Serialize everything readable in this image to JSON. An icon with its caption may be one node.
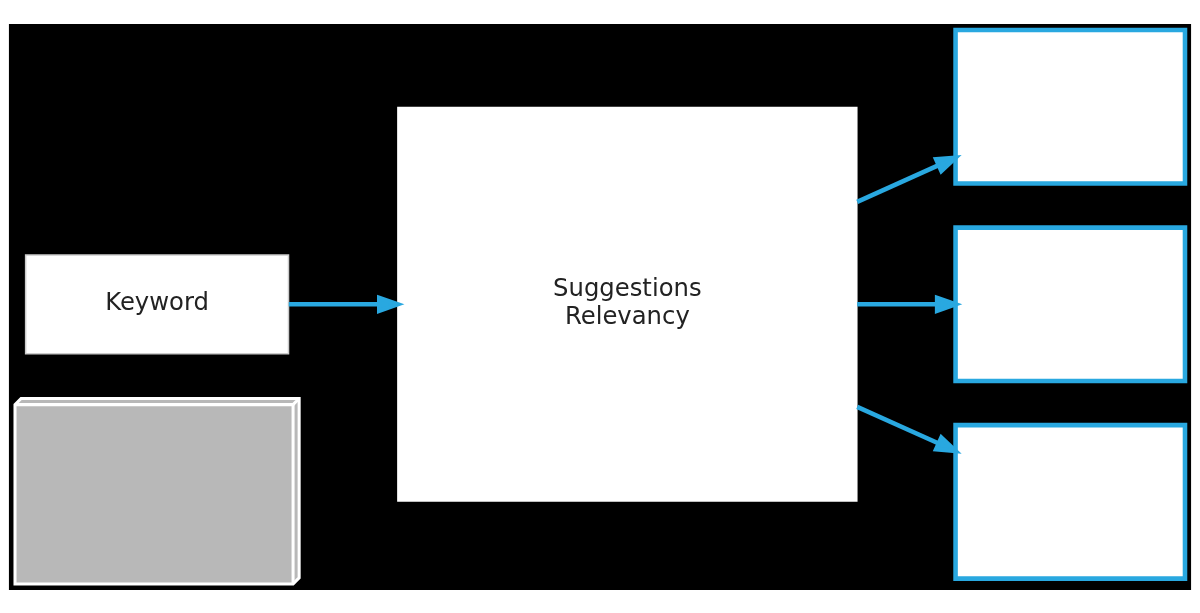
{
  "diagram": {
    "nodes": [
      {
        "text": [],
        "shape": "picture"
      },
      {
        "text": [
          "Keyword"
        ]
      },
      {
        "text": [
          "Suggestions",
          "Relevancy"
        ]
      },
      {
        "text": [],
        "shape": "box"
      },
      {
        "text": [],
        "shape": "box"
      },
      {
        "text": [],
        "shape": "box"
      }
    ],
    "edges": [
      {
        "from": 1,
        "to": 2,
        "arrow": "to"
      },
      {
        "from": 2,
        "to": 3,
        "arrow": "to"
      },
      {
        "from": 2,
        "to": 4,
        "arrow": "to"
      },
      {
        "from": 2,
        "to": 5,
        "arrow": "to"
      }
    ]
  }
}
